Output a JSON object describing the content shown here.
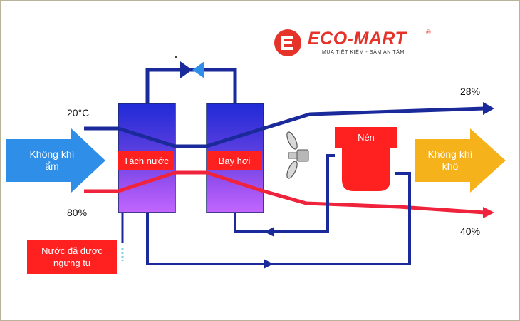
{
  "logo": {
    "name": "ECO-MART",
    "registered": "®",
    "tagline": "MUA TIẾT KIỆM - SẮM AN TÂM",
    "color": "#e6332a"
  },
  "inlet": {
    "text_line1": "Không khí",
    "text_line2": "ẩm",
    "temperature": "20°C",
    "humidity": "80%",
    "color": "#2f8fe8"
  },
  "outlet": {
    "text_line1": "Không khí",
    "text_line2": "khô",
    "color": "#f6b21b"
  },
  "outputs": {
    "top_percent": "28%",
    "bottom_percent": "40%"
  },
  "components": {
    "condenser_label": "Tách nước",
    "evaporator_label": "Bay hơi",
    "compressor_label": "Nén",
    "condensate_line1": "Nước đã được",
    "condensate_line2": "ngưng tụ",
    "fan_icon": "fan-icon",
    "valve_icon": "expansion-valve-icon"
  },
  "colors": {
    "cold_pipe": "#1a2a9a",
    "hot_pipe": "#f0233c",
    "label_red": "#ff2020"
  }
}
